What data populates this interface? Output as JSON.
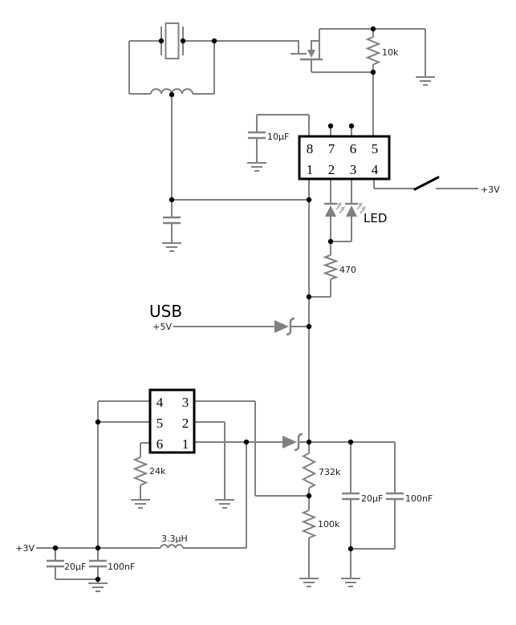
{
  "labels": {
    "usb": "USB",
    "usb_5v": "+5V",
    "switch_3v": "+3V",
    "rail_3v": "+3V",
    "r10k": "10k",
    "c10uf": "10µF",
    "r470": "470",
    "led": "LED",
    "r24k": "24k",
    "l33uh": "3.3µH",
    "c20uf_in": "20µF",
    "c100nf_in": "100nF",
    "r732k": "732k",
    "r100k": "100k",
    "c20uf_out": "20µF",
    "c100nf_out": "100nF"
  },
  "ic_top": {
    "pins_top": [
      "8",
      "7",
      "6",
      "5"
    ],
    "pins_bottom": [
      "1",
      "2",
      "3",
      "4"
    ]
  },
  "ic_bottom": {
    "pins_left": [
      "4",
      "5",
      "6"
    ],
    "pins_right": [
      "3",
      "2",
      "1"
    ]
  },
  "colors": {
    "wire": "#808080",
    "black": "#000000",
    "text": "#1a1a1a",
    "emission": "#b3b3b3",
    "background": "#ffffff"
  }
}
